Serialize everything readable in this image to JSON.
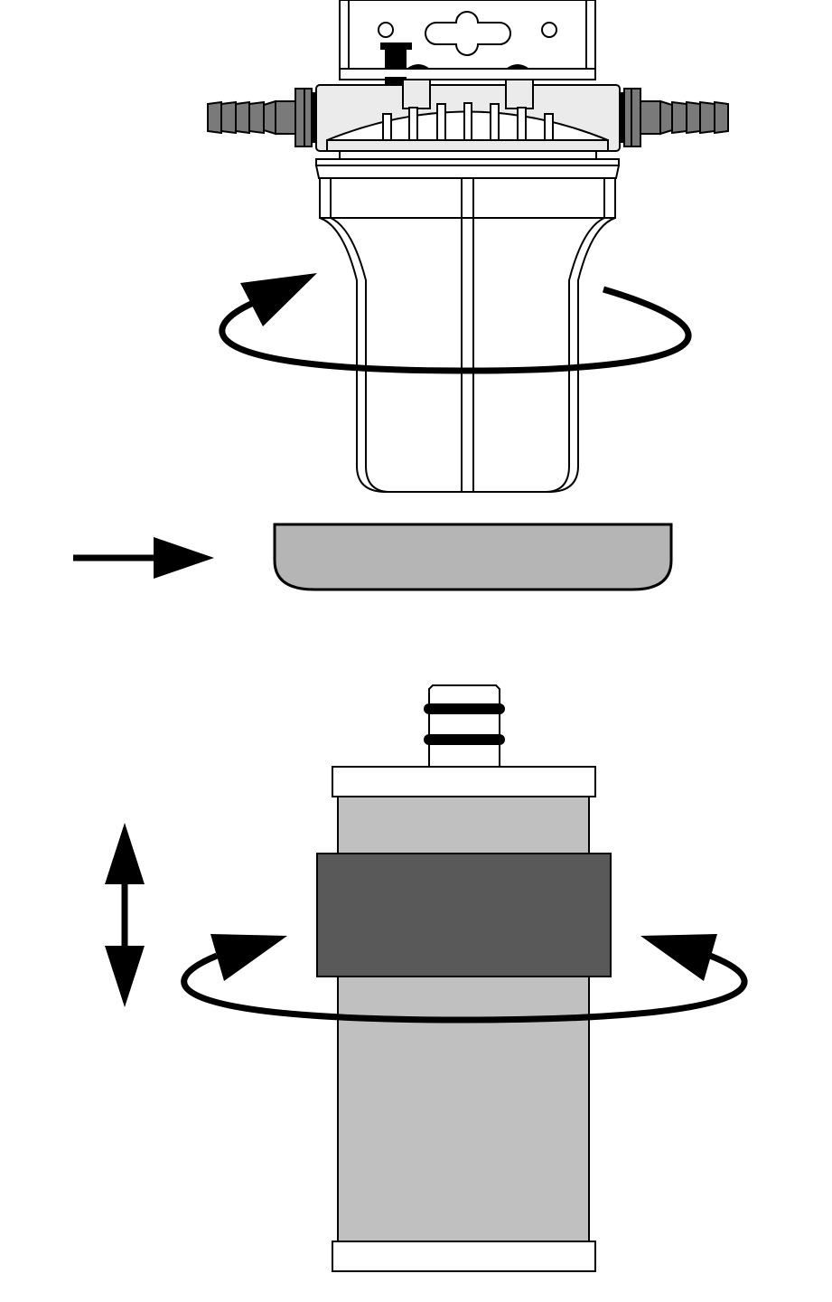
{
  "diagram": {
    "kind": "filter-cartridge-replacement-instructions",
    "colors": {
      "background": "#ffffff",
      "outline": "#000000",
      "head_fill": "#ebebeb",
      "fitting_fill": "#7a7a7a",
      "tray_fill": "#b5b5b5",
      "cartridge_fill": "#c0c0c0",
      "cartridge_band": "#595959",
      "cap_fill": "#ffffff"
    },
    "parts": {
      "filter_head": "filter-head",
      "mounting_bracket": "mounting-bracket",
      "inlet_fitting": "hose-barb-left",
      "outlet_fitting": "hose-barb-right",
      "housing_bowl": "clear-housing-bowl",
      "drip_tray": "drip-tray",
      "cartridge": "filter-cartridge",
      "cartridge_band": "cartridge-grip-band",
      "o_rings": "o-rings"
    },
    "arrows": {
      "rotate_housing": "rotate-arrow-icon",
      "insert_tray": "right-arrow-icon",
      "push_pull": "up-down-arrow-icon",
      "rotate_cartridge": "rotate-arrow-icon"
    }
  }
}
